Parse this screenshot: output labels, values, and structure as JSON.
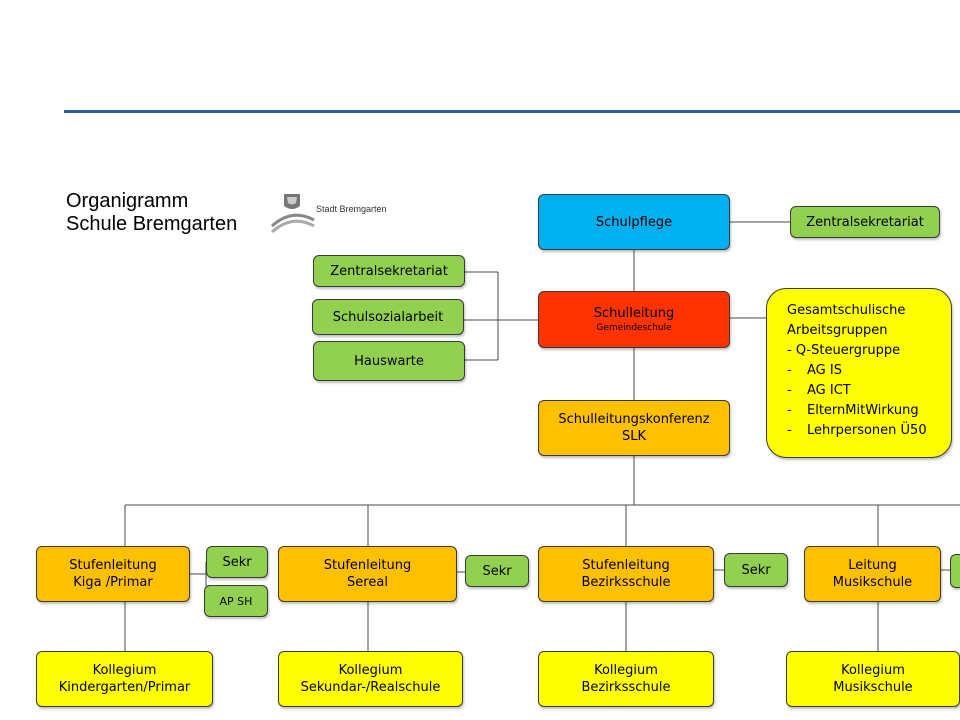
{
  "title": {
    "line1": "Organigramm",
    "line2": "Schule Bremgarten"
  },
  "logo": {
    "text": "Stadt Bremgarten"
  },
  "boxes": {
    "schulpflege": "Schulpflege",
    "zentralsekretariat_top": "Zentralsekretariat",
    "zentralsekretariat_left": "Zentralsekretariat",
    "schulsozialarbeit": "Schulsozialarbeit",
    "hauswarte": "Hauswarte",
    "schulleitung": "Schulleitung",
    "schulleitung_sub": "Gemeindeschule",
    "slk_line1": "Schulleitungskonferenz",
    "slk_line2": "SLK",
    "ags_line1": "Gesamtschulische",
    "ags_line2": "Arbeitsgruppen",
    "ags_line3": "- Q-Steuergruppe",
    "ags_items": [
      "AG IS",
      "AG ICT",
      "ElternMitWirkung",
      "Lehrpersonen Ü50"
    ]
  },
  "levels": [
    {
      "lead_line1": "Stufenleitung",
      "lead_line2": "Kiga /Primar",
      "sekr": "Sekr",
      "extra": "AP SH",
      "coll_line1": "Kollegium",
      "coll_line2": "Kindergarten/Primar"
    },
    {
      "lead_line1": "Stufenleitung",
      "lead_line2": "Sereal",
      "sekr": "Sekr",
      "coll_line1": "Kollegium",
      "coll_line2": "Sekundar-/Realschule"
    },
    {
      "lead_line1": "Stufenleitung",
      "lead_line2": "Bezirksschule",
      "sekr": "Sekr",
      "coll_line1": "Kollegium",
      "coll_line2": "Bezirksschule"
    },
    {
      "lead_line1": "Leitung",
      "lead_line2": "Musikschule",
      "coll_line1": "Kollegium",
      "coll_line2": "Musikschule"
    }
  ],
  "colors": {
    "support": "#92d050",
    "board": "#00b0f0",
    "leadership": "#ff3300",
    "conference": "#ffc000",
    "college": "#ffff00",
    "rule": "#2f5f8f"
  }
}
